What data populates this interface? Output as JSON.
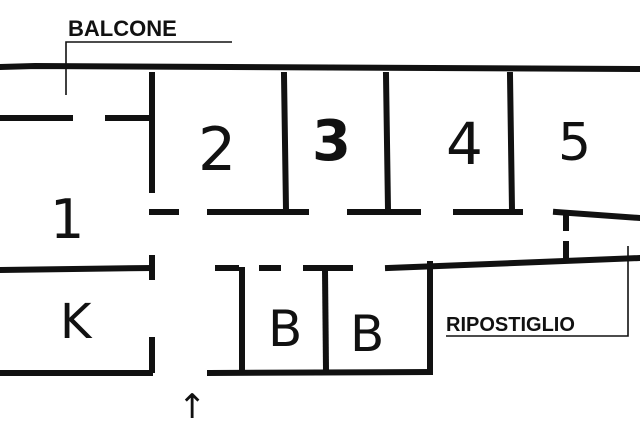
{
  "labels": {
    "balcony": "BALCONE",
    "storage": "RIPOSTIGLIO"
  },
  "rooms": {
    "r1": "1",
    "r2": "2",
    "r3": "3",
    "r4": "4",
    "r5": "5",
    "kitchen": "K",
    "bath1": "B",
    "bath2": "B"
  },
  "entrance_arrow": "↑"
}
